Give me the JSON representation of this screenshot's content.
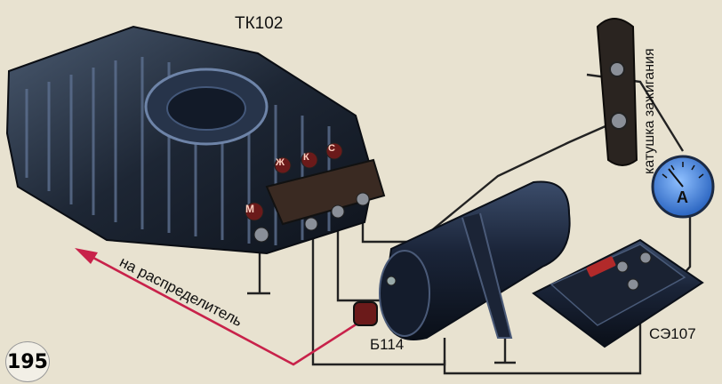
{
  "figure_number": "195",
  "labels": {
    "switch_unit": "ТК102",
    "coil": "Б114",
    "resistor": "СЭ107",
    "ignition_coil_side": "катушка зажигания",
    "to_distributor": "на распределитель",
    "ammeter_letter": "А"
  },
  "terminal_marks": [
    "М",
    "Ж",
    "К",
    "С"
  ],
  "colors": {
    "background": "#e8e2d0",
    "wire": "#222222",
    "distributor_wire": "#c8224a",
    "ammeter_face": "#3f7fd6"
  }
}
